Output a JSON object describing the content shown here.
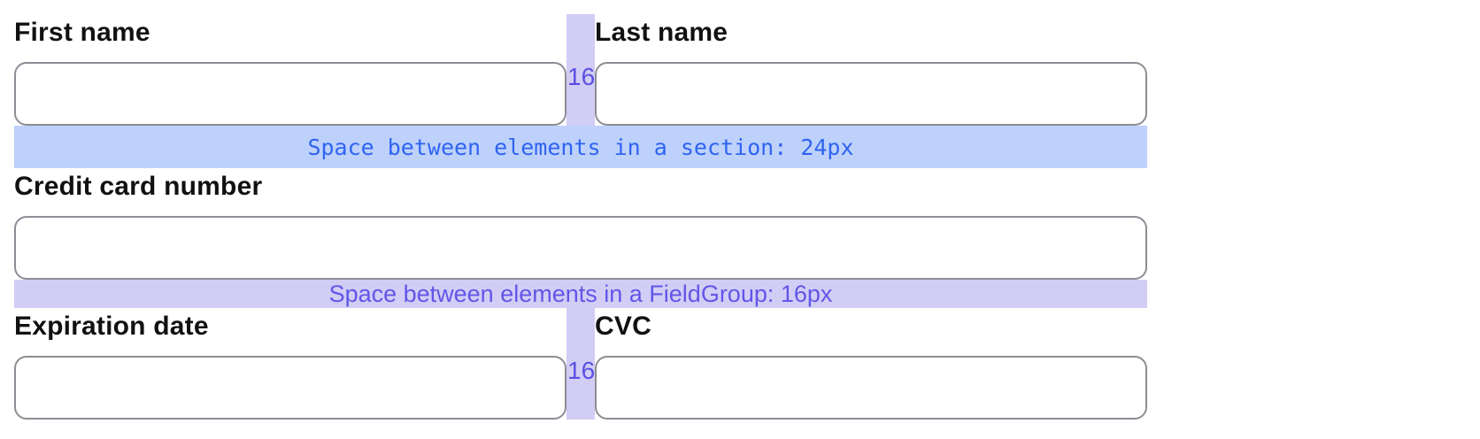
{
  "form": {
    "name_row": {
      "gap_label": "16",
      "fields": [
        {
          "label": "First name",
          "value": ""
        },
        {
          "label": "Last name",
          "value": ""
        }
      ]
    },
    "section_spacer": {
      "label": "Space between elements in a section: 24px"
    },
    "card_field": {
      "label": "Credit card number",
      "value": ""
    },
    "group_spacer": {
      "label": "Space between elements in a FieldGroup: 16px"
    },
    "card_detail_row": {
      "gap_label": "16",
      "fields": [
        {
          "label": "Expiration date",
          "value": ""
        },
        {
          "label": "CVC",
          "value": ""
        }
      ]
    }
  },
  "colors": {
    "section_band_bg": "#bdd1fb",
    "section_band_text": "#2f64f1",
    "group_band_bg": "#d2cdf5",
    "group_band_text": "#6156e8",
    "gap_band_bg": "#d2cdf5",
    "gap_label_text": "#5b50e2",
    "input_border": "#8d8d95",
    "label_text": "#111111"
  }
}
